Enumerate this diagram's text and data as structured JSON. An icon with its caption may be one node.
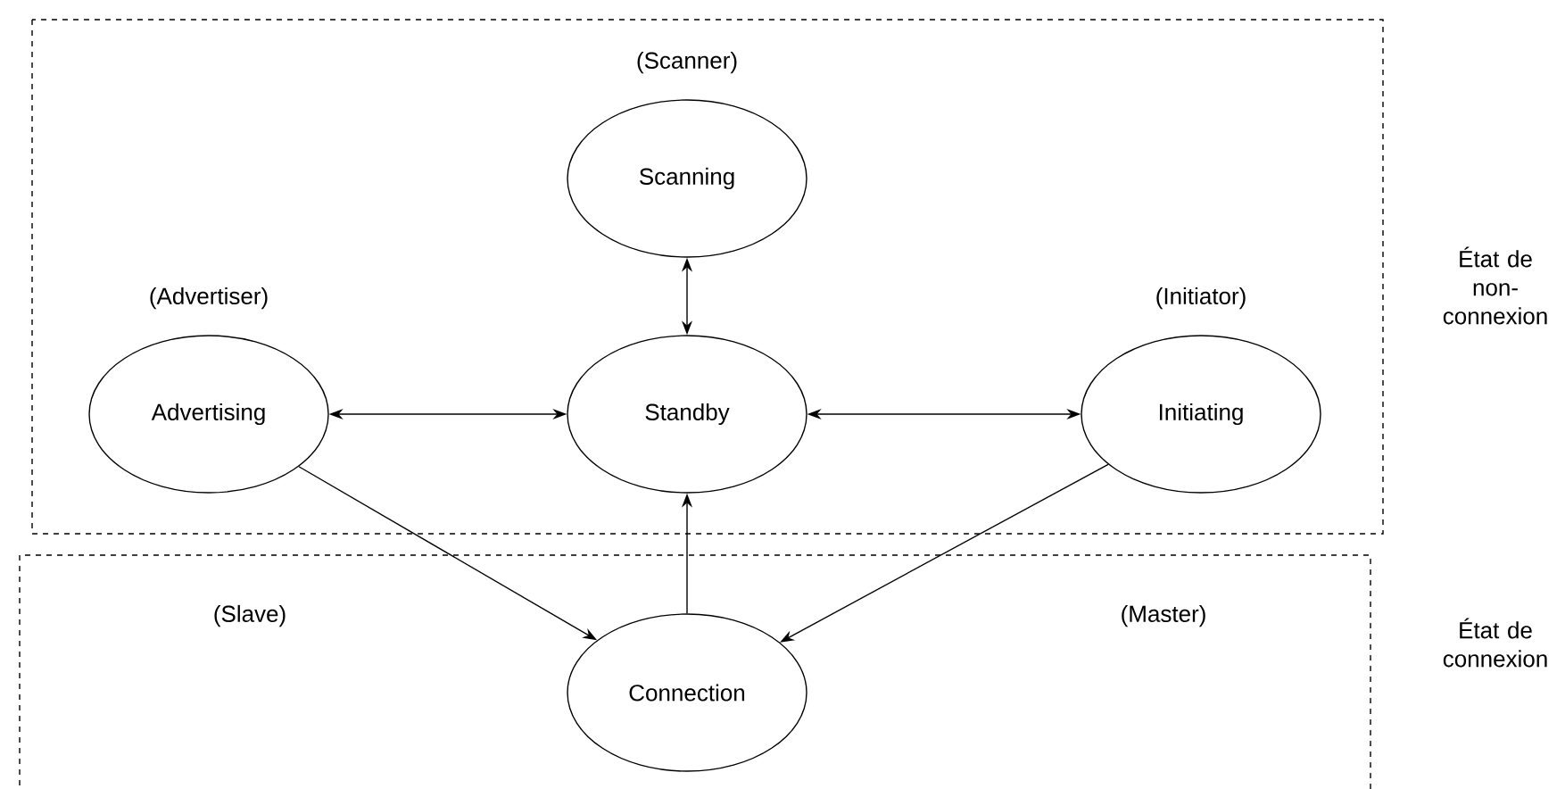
{
  "diagram": {
    "nodes": [
      {
        "text": [
          "État de non-connexion"
        ]
      },
      {
        "text": [
          "Scanning"
        ],
        "in": 0,
        "beside": [
          "(Scanner)"
        ]
      },
      {
        "text": [
          "Advertising"
        ],
        "in": 0,
        "beside": [
          "(Advertiser)"
        ]
      },
      {
        "text": [
          "Standby"
        ],
        "in": 0
      },
      {
        "text": [
          "Initiating"
        ],
        "in": 0,
        "beside": [
          "(Initiator)"
        ]
      },
      {
        "text": [
          "État de connexion"
        ]
      },
      {
        "text": [
          "Connection"
        ],
        "in": 5
      }
    ],
    "edges": [
      {
        "from": 1,
        "to": 3,
        "arrow": "both"
      },
      {
        "from": 2,
        "to": 3,
        "arrow": "both"
      },
      {
        "from": 3,
        "to": 4,
        "arrow": "both"
      },
      {
        "from": 2,
        "to": 6,
        "arrow": "to"
      },
      {
        "from": 4,
        "to": 6,
        "arrow": "to"
      },
      {
        "from": 6,
        "to": 3,
        "arrow": "to"
      }
    ],
    "labels": [
      "(Slave)",
      "(Master)"
    ]
  }
}
